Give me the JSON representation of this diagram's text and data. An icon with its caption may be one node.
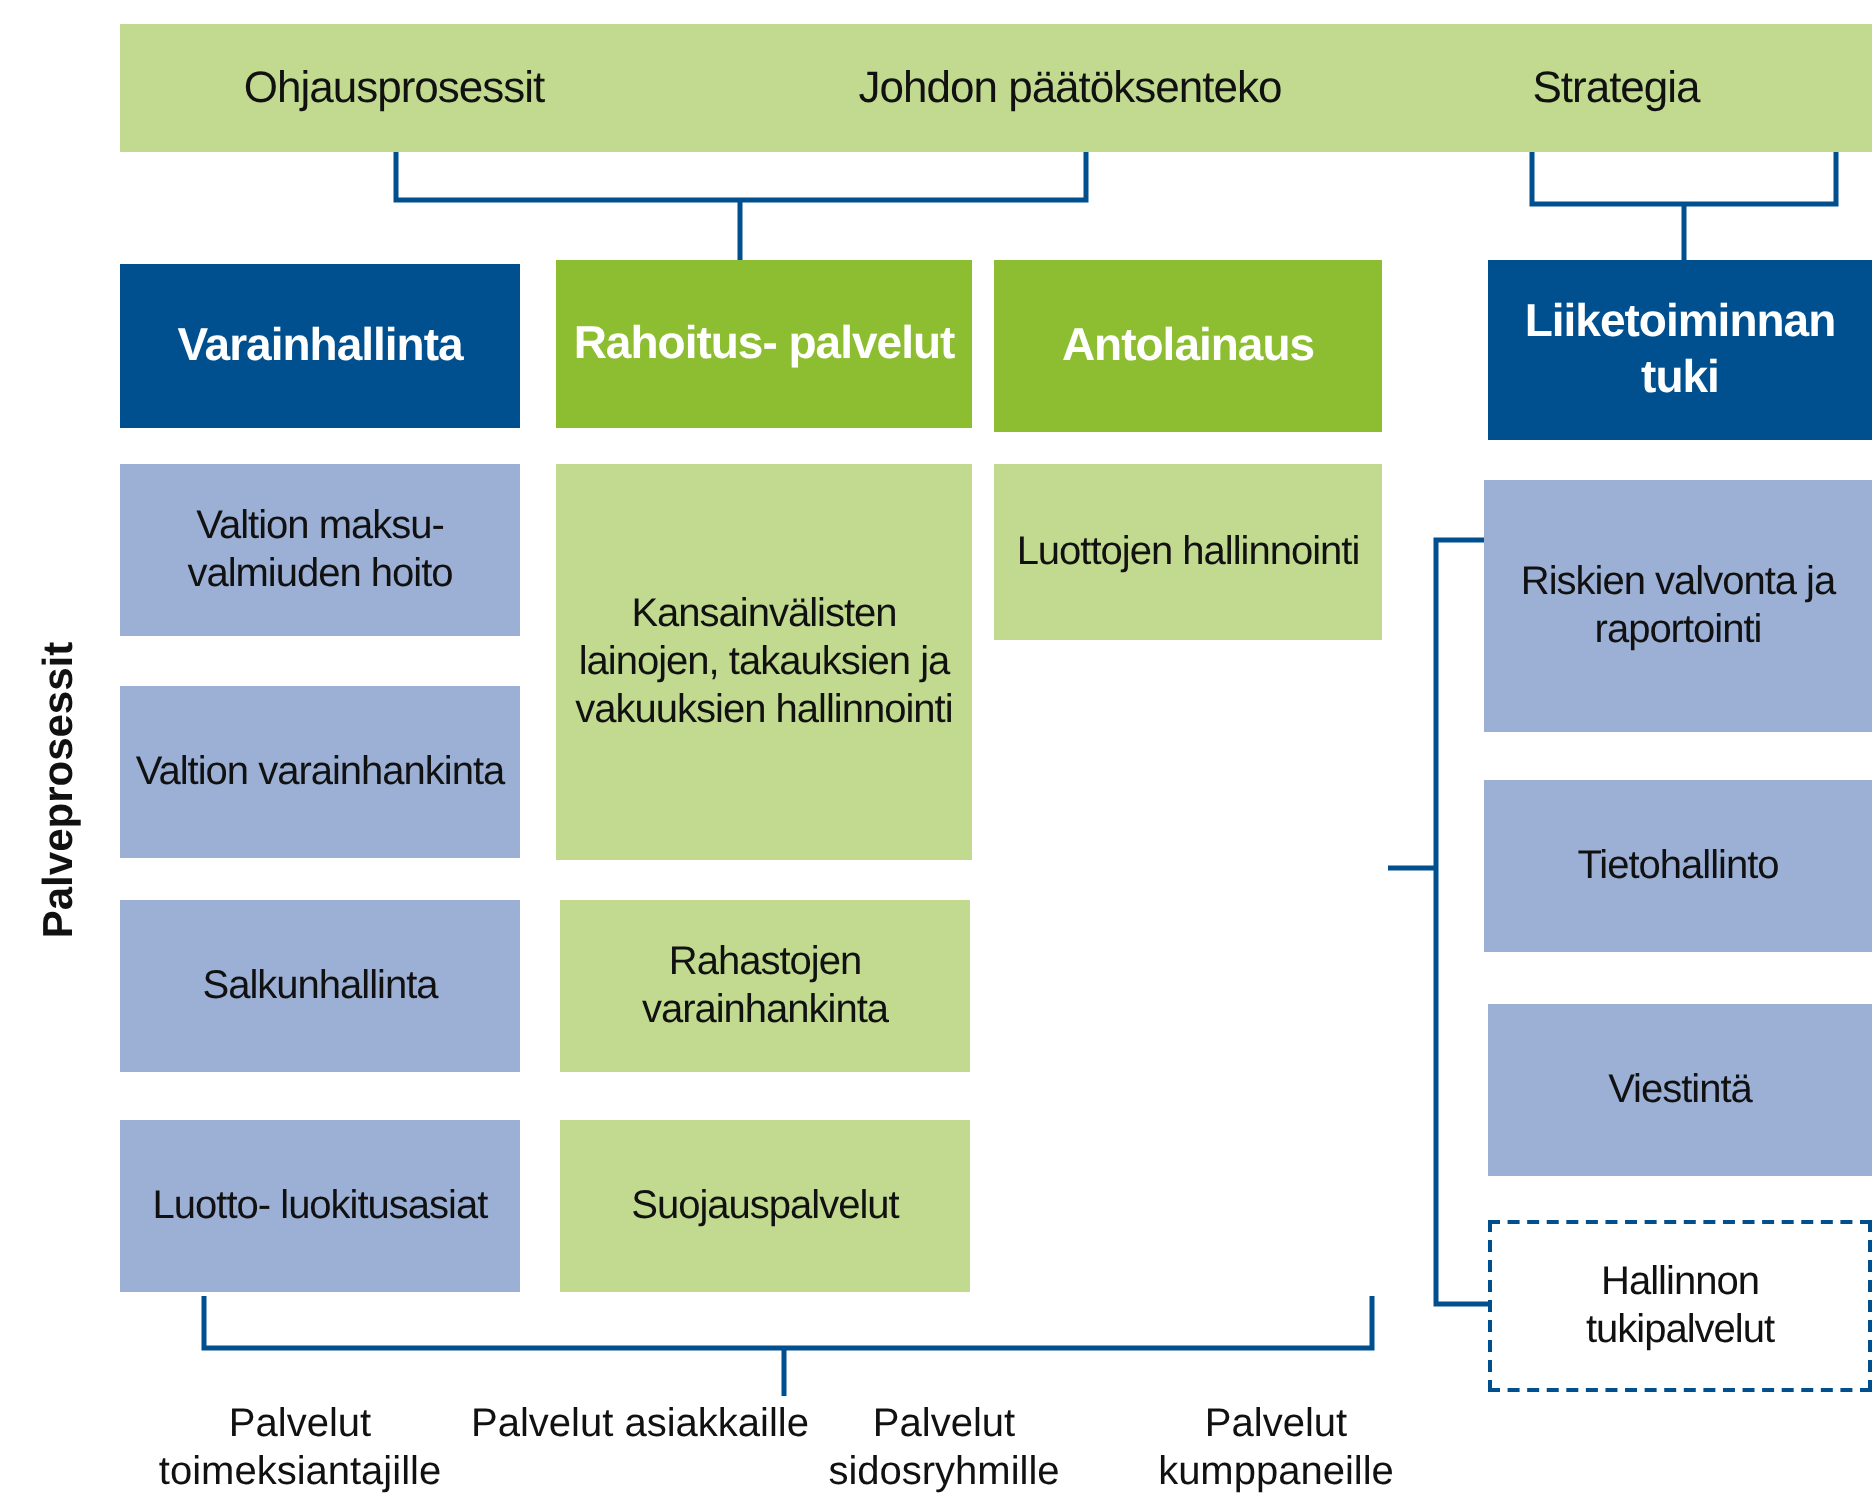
{
  "diagram": {
    "nodes": [
      {
        "text": [
          "Ohjausprosessit",
          "Johdon päätöksenteko",
          "Strategia"
        ]
      },
      {
        "text": [
          "Varainhallinta"
        ]
      },
      {
        "text": [
          "Rahoitus- palvelut"
        ]
      },
      {
        "text": [
          "Antolainaus"
        ]
      },
      {
        "text": [
          "Liiketoiminnan tuki"
        ]
      },
      {
        "text": [
          "Valtion maksu- valmiuden hoito"
        ]
      },
      {
        "text": [
          "Valtion varainhankinta"
        ]
      },
      {
        "text": [
          "Salkunhallinta"
        ]
      },
      {
        "text": [
          "Luotto- luokitusasiat"
        ]
      },
      {
        "text": [
          "Kansainvälisten lainojen, takauksien ja vakuuksien hallinnointi"
        ]
      },
      {
        "text": [
          "Rahastojen varainhankinta"
        ]
      },
      {
        "text": [
          "Suojauspalvelut"
        ]
      },
      {
        "text": [
          "Luottojen hallinnointi"
        ]
      },
      {
        "text": [
          "Riskien valvonta ja raportointi"
        ]
      },
      {
        "text": [
          "Tietohallinto"
        ]
      },
      {
        "text": [
          "Viestintä"
        ]
      },
      {
        "text": [
          "Hallinnon tukipalvelut"
        ]
      }
    ],
    "edges": [],
    "labels": [
      "Palveprosessit",
      "Palvelut toimeksiantajille",
      "Palvelut asiakkaille",
      "Palvelut sidosryhmille",
      "Palvelut kumppaneille"
    ]
  }
}
